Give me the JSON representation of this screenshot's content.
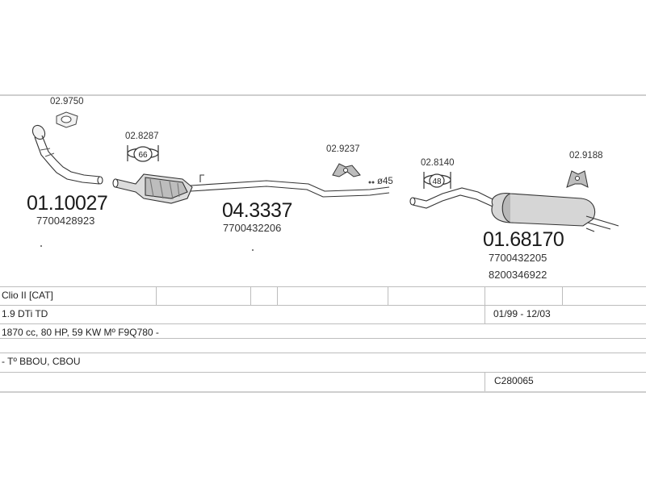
{
  "parts": {
    "flange_gasket": {
      "code": "02.9750"
    },
    "front_pipe": {
      "code": "01.10027",
      "oe": "7700428923"
    },
    "clamp_front": {
      "code": "02.8287",
      "clamp_label": "66"
    },
    "middle_section": {
      "code": "04.3337",
      "oe": "7700432206"
    },
    "mount_middle": {
      "code": "02.9237"
    },
    "pipe_diameter": {
      "label": "ø45"
    },
    "clamp_rear": {
      "code": "02.8140",
      "clamp_label": "48"
    },
    "mount_rear": {
      "code": "02.9188"
    },
    "rear_silencer": {
      "code": "01.68170",
      "oe1": "7700432205",
      "oe2": "8200346922"
    }
  },
  "info_table": {
    "model": "Clio II  [CAT]",
    "engine": "1.9 DTi TD",
    "years": "01/99  -  12/03",
    "spec": "1870 cc, 80 HP, 59 KW  Mº F9Q780 -",
    "types": "-  Tº BBOU, CBOU",
    "ref": "C280065"
  }
}
